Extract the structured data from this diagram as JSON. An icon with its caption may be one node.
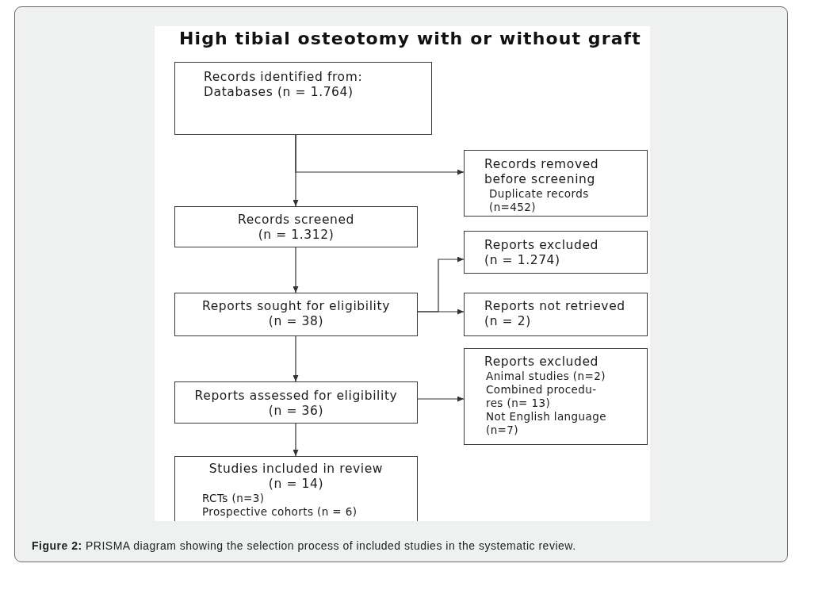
{
  "diagram": {
    "title": "High tibial osteotomy with or without graft",
    "caption": "**Figure 2:** PRISMA diagram showing the selection process of included studies in the systematic review.",
    "nodes": [
      {
        "text": [
          "Records identified from:",
          "Databases (n = 1.764)"
        ]
      },
      {
        "text": [
          "Records removed before screening",
          "Duplicate records (n=452)"
        ]
      },
      {
        "text": [
          "Records screened (n = 1.312)"
        ]
      },
      {
        "text": [
          "Reports excluded (n = 1.274)"
        ]
      },
      {
        "text": [
          "Reports sought for eligibility (n = 38)"
        ]
      },
      {
        "text": [
          "Reports not retrieved (n = 2)"
        ]
      },
      {
        "text": [
          "Reports assessed for eligibility (n = 36)"
        ]
      },
      {
        "text": [
          "Reports excluded",
          "Animal studies (n=2)",
          "Combined procedu- res (n= 13)",
          "Not English language (n=7)"
        ]
      },
      {
        "text": [
          "Studies included in review (n = 14)",
          "RCTs (n=3)",
          "Prospective cohorts (n = 6)"
        ]
      }
    ],
    "edges": [
      {
        "from": 0,
        "to": 2,
        "arrow": "to"
      },
      {
        "from": 0,
        "to": 1,
        "arrow": "to"
      },
      {
        "from": 2,
        "to": 4,
        "arrow": "to"
      },
      {
        "from": 4,
        "to": 3,
        "arrow": "to"
      },
      {
        "from": 4,
        "to": 5,
        "arrow": "to"
      },
      {
        "from": 4,
        "to": 6,
        "arrow": "to"
      },
      {
        "from": 6,
        "to": 7,
        "arrow": "to"
      },
      {
        "from": 6,
        "to": 8,
        "arrow": "to"
      }
    ]
  }
}
